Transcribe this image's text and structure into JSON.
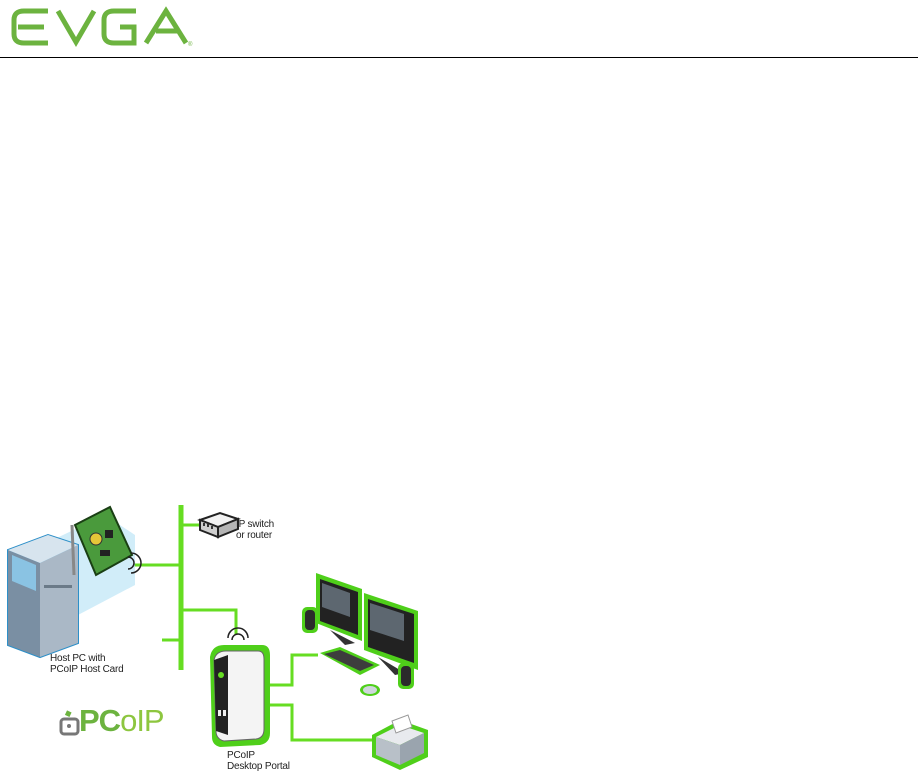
{
  "header": {
    "logo_text": "EVGA",
    "logo_color": "#6cb33f"
  },
  "diagram": {
    "labels": {
      "switch_line1": "IP switch",
      "switch_line2": "or router",
      "host_line1": "Host PC with",
      "host_line2": "PCoIP Host Card",
      "portal_line1": "PCoIP",
      "portal_line2": "Desktop Portal"
    },
    "pcoip_logo": {
      "part1": "PC",
      "part2": "oIP"
    },
    "colors": {
      "network_line": "#66dd22",
      "device_glow": "#4fcf1a",
      "host_highlight": "#4fb3e8"
    },
    "icons": [
      "host-pc-icon",
      "pcoip-card-icon",
      "ip-switch-icon",
      "desktop-portal-icon",
      "monitor-icon",
      "keyboard-icon",
      "mouse-icon",
      "speaker-icon",
      "printer-icon",
      "wireless-signal-icon"
    ]
  }
}
